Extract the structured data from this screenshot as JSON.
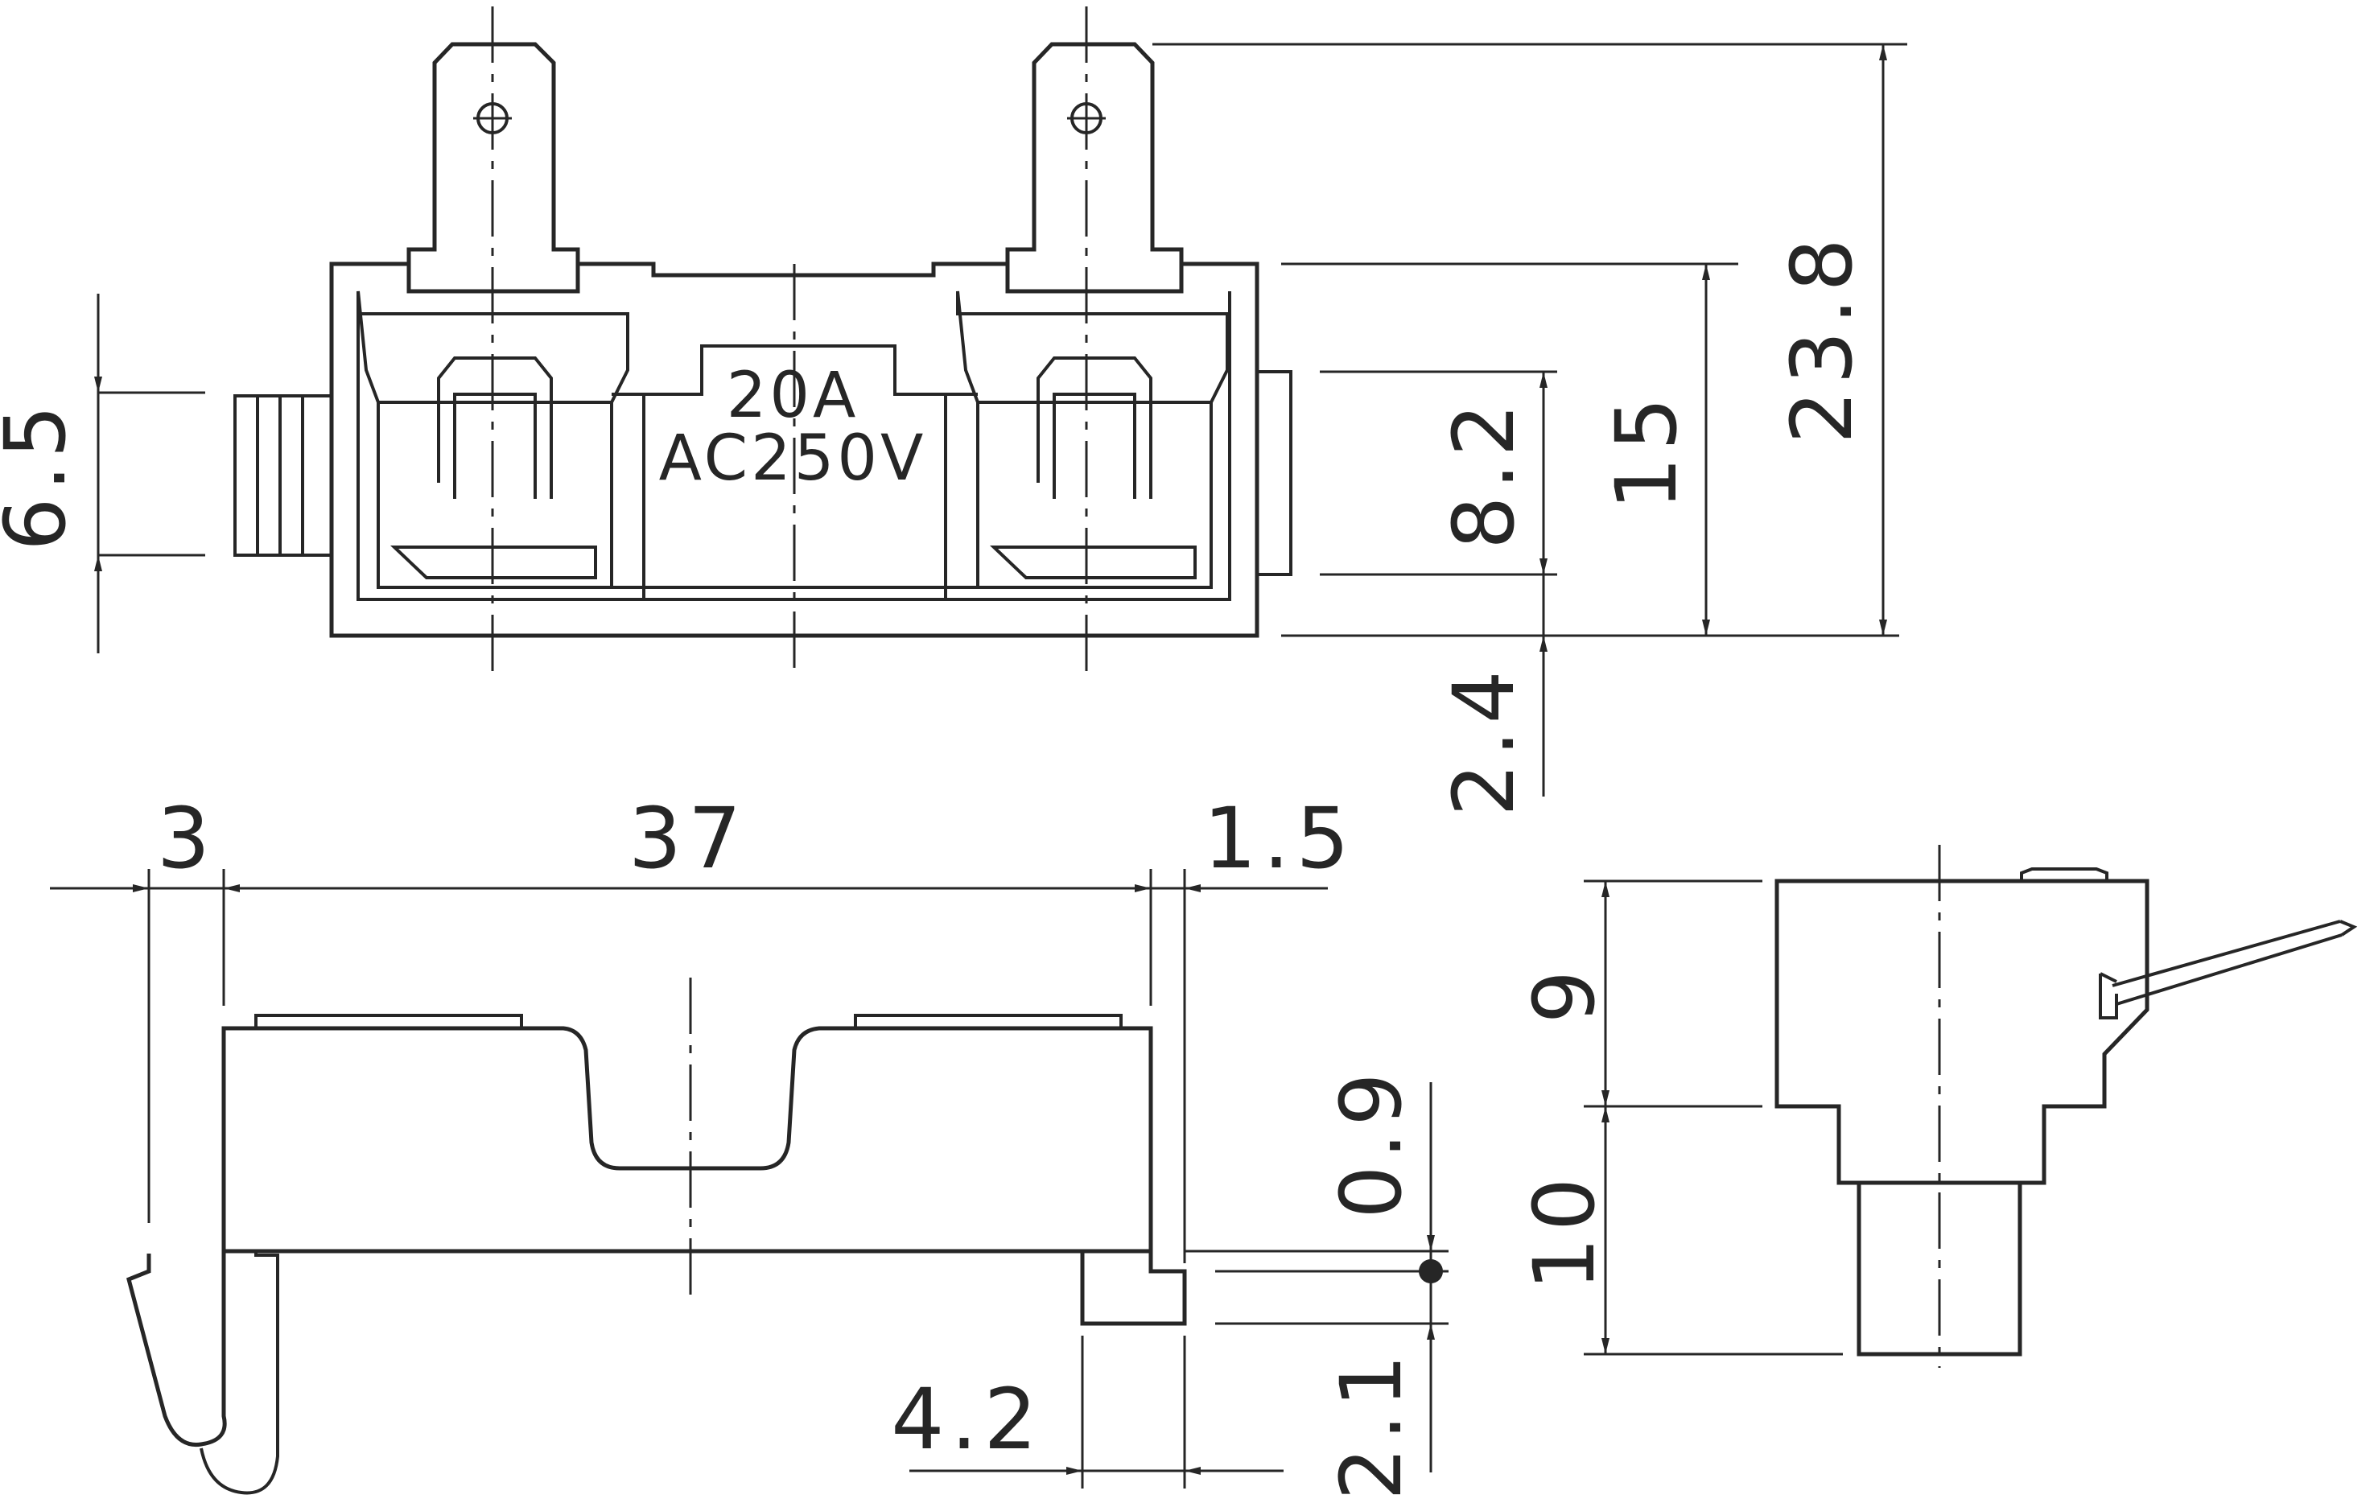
{
  "product_label": {
    "rating_current": "20A",
    "rating_voltage": "AC250V"
  },
  "dimensions": {
    "front_view": {
      "left_height": "6.5",
      "socket_height": "8.2",
      "body_height": "15",
      "overall_height": "23.8",
      "bottom_offset": "2.4"
    },
    "side_view": {
      "left_offset": "3",
      "body_length": "37",
      "right_offset": "1.5",
      "tab_height": "0.9",
      "foot_height": "2.1",
      "foot_width": "4.2"
    },
    "end_view": {
      "upper_height": "9",
      "lower_height": "10"
    }
  }
}
